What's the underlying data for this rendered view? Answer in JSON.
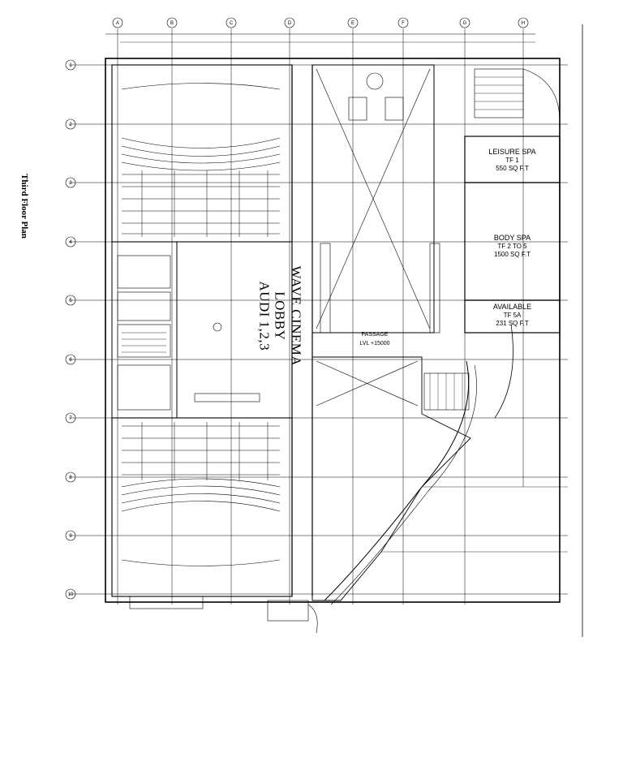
{
  "title": "Third Floor Plan",
  "lobby": {
    "line1": "WAVE CINEMA",
    "line2": "LOBBY",
    "line3": "AUDI 1,2,3"
  },
  "rooms": [
    {
      "name": "LEISURE SPA",
      "sub1": "TF 1",
      "sub2": "550 SQ F.T"
    },
    {
      "name": "BODY SPA",
      "sub1": "TF 2 TO 5",
      "sub2": "1500 SQ F.T"
    },
    {
      "name": "AVAILABLE",
      "sub1": "TF 5A",
      "sub2": "231 SQ F.T"
    }
  ],
  "passage": {
    "label": "PASSAGE",
    "level": "LVL +15000"
  },
  "grid_rows": [
    "1",
    "2",
    "3",
    "4",
    "5",
    "6",
    "7",
    "8",
    "9",
    "10"
  ],
  "grid_cols": [
    "A",
    "B",
    "C",
    "D",
    "E",
    "F",
    "G",
    "H"
  ]
}
